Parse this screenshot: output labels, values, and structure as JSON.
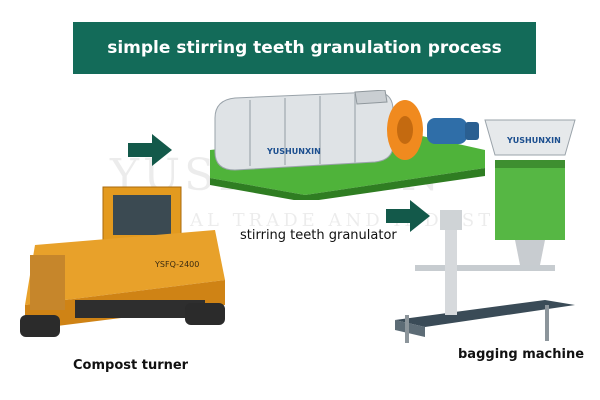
{
  "title": "simple stirring teeth granulation process",
  "labels": {
    "granulator": "stirring teeth granulator",
    "compost_turner": "Compost turner",
    "bagging": "bagging machine"
  },
  "brand": "YUSHUNXIN",
  "turner_plate": "YSFQ-2400",
  "watermark": {
    "line1": "YUSHUNXIN",
    "line2": "AL TRADE AND INDUSTRY"
  },
  "colors": {
    "banner": "#136b59",
    "arrow": "#13594a",
    "turner_orange": "#e39a1f",
    "granulator_green": "#4fb33a",
    "bagger_green": "#56b744"
  },
  "icons": [
    "arrow-right-icon",
    "arrow-right-icon"
  ]
}
